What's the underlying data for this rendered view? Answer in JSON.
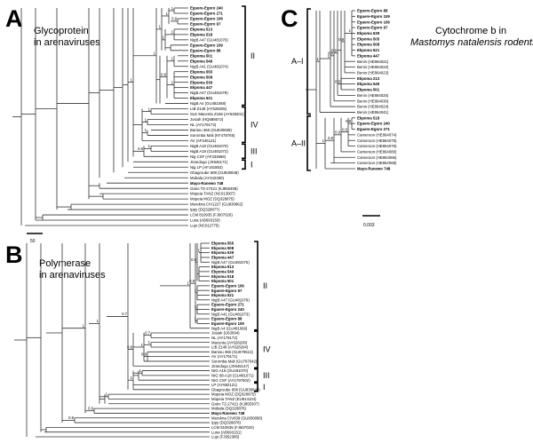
{
  "panels": [
    {
      "letter": "A",
      "title": [
        "Glycoprotein",
        "in arenaviruses"
      ],
      "scale_label": "50",
      "taxa": [
        {
          "label": "Eguere-Egoro 240",
          "bold": true
        },
        {
          "label": "Eguere-Egoro 271",
          "bold": true
        },
        {
          "label": "Eguere-Egoro 106",
          "bold": true
        },
        {
          "label": "Eguere-Egoro 97",
          "bold": true
        },
        {
          "label": "Ekpoma 513",
          "bold": true
        },
        {
          "label": "Ekpoma 518",
          "bold": true
        },
        {
          "label": "NigB A47 (GU481076)",
          "bold": false
        },
        {
          "label": "Eguere-Egoro 109",
          "bold": true
        },
        {
          "label": "Eguere-Egoro 88",
          "bold": true
        },
        {
          "label": "Ekpoma 501",
          "bold": true
        },
        {
          "label": "Ekpoma 549",
          "bold": true
        },
        {
          "label": "NigB A41 (GU481074)",
          "bold": false
        },
        {
          "label": "Ekpoma 555",
          "bold": true
        },
        {
          "label": "Ekpoma 508",
          "bold": true
        },
        {
          "label": "Ekpoma 539",
          "bold": true
        },
        {
          "label": "Ekpoma 447",
          "bold": true
        },
        {
          "label": "NigB A47 (GU481078)",
          "bold": false
        },
        {
          "label": "Ekpoma 521",
          "bold": true
        },
        {
          "label": "NigB A4 (GU481068)",
          "bold": false
        },
        {
          "label": "LIB Z148 (AY628205)",
          "bold": false
        },
        {
          "label": "SLE Macenta Z158 (AY628201)",
          "bold": false
        },
        {
          "label": "Josiah (HQ688672)",
          "bold": false
        },
        {
          "label": "NL (AY179173)",
          "bold": false
        },
        {
          "label": "Bantou 366 (GU830839)",
          "bold": false
        },
        {
          "label": "Soromba Mali (KF478765)",
          "bold": false
        },
        {
          "label": "AV (AF246121)",
          "bold": false
        },
        {
          "label": "NigB A18 (GU481070)",
          "bold": false
        },
        {
          "label": "NigB A19 (GU481072)",
          "bold": false
        },
        {
          "label": "Nig CSF (AF333969)",
          "bold": false
        },
        {
          "label": "Jirandogo (JX945171)",
          "bold": false
        },
        {
          "label": "Nig LP (AF181853)",
          "bold": false
        },
        {
          "label": "Gbagroube 608 (GU830848)",
          "bold": false
        },
        {
          "label": "Mobala (AY342390)",
          "bold": false
        },
        {
          "label": "Mayo-Ranewo 748",
          "bold": true
        },
        {
          "label": "Gairo TZ-27421 (KJ855308)",
          "bold": false
        },
        {
          "label": "Mopeia TANZ (NC013007)",
          "bold": false
        },
        {
          "label": "Mopeia MOZ (DQ328875)",
          "bold": false
        },
        {
          "label": "Merekna CIV1227 (GU830862)",
          "bold": false
        },
        {
          "label": "Ippy (DQ328877)",
          "bold": false
        },
        {
          "label": "LCM 810935 (FJ607026)",
          "bold": false
        },
        {
          "label": "Luna (AB693150)",
          "bold": false
        },
        {
          "label": "Lujo (NC012776)",
          "bold": false
        }
      ],
      "support": [
        "1",
        "0.9",
        "1",
        "1",
        "1",
        "1",
        "1",
        "1",
        "0.8",
        "1",
        "1",
        "1",
        "1",
        "1",
        "0.8",
        "1",
        "1",
        "1"
      ],
      "clades": [
        "II",
        "IV",
        "III",
        "I"
      ]
    },
    {
      "letter": "B",
      "title": [
        "Polymerase",
        "in arenaviruses"
      ],
      "scale_label": "",
      "taxa": [
        {
          "label": "Ekpoma 555",
          "bold": true
        },
        {
          "label": "Ekpoma 508",
          "bold": true
        },
        {
          "label": "Ekpoma 539",
          "bold": true
        },
        {
          "label": "Ekpoma 447",
          "bold": true
        },
        {
          "label": "NigB A47 (GU481075)",
          "bold": false
        },
        {
          "label": "Ekpoma 513",
          "bold": true
        },
        {
          "label": "Ekpoma 549",
          "bold": true
        },
        {
          "label": "Ekpoma 518",
          "bold": true
        },
        {
          "label": "Ekpoma 501",
          "bold": true
        },
        {
          "label": "Eguere-Egoro 106",
          "bold": true
        },
        {
          "label": "Eguere-Egoro 97",
          "bold": true
        },
        {
          "label": "Ekpoma 521",
          "bold": true
        },
        {
          "label": "NigB A47 (GU481079)",
          "bold": false
        },
        {
          "label": "Eguere-Egoro 271",
          "bold": true
        },
        {
          "label": "Eguere-Egoro 240",
          "bold": true
        },
        {
          "label": "NigB A41 (GU481073)",
          "bold": false
        },
        {
          "label": "Eguere-Egoro 88",
          "bold": true
        },
        {
          "label": "Eguere-Egoro 109",
          "bold": true
        },
        {
          "label": "NigB A4 (GU481069)",
          "bold": false
        },
        {
          "label": "Josiah (U63094)",
          "bold": false
        },
        {
          "label": "NL (AY179172)",
          "bold": false
        },
        {
          "label": "Macenta (AY628200)",
          "bold": false
        },
        {
          "label": "LIB Z148 (AY628204)",
          "bold": false
        },
        {
          "label": "Bantou 366 (GU979513)",
          "bold": false
        },
        {
          "label": "AV (AY179171)",
          "bold": false
        },
        {
          "label": "Soromba Mali (GU797542)",
          "bold": false
        },
        {
          "label": "Jirandogo (JX945147)",
          "bold": false
        },
        {
          "label": "NIG A16 (GU481070)",
          "bold": false
        },
        {
          "label": "NIG 08-A18 (GU481071)",
          "bold": false
        },
        {
          "label": "NIG CSF (AY1797502)",
          "bold": false
        },
        {
          "label": "LP (AY682121)",
          "bold": false
        },
        {
          "label": "Gbagroube 608 (GU830849)",
          "bold": false
        },
        {
          "label": "Mopeia MOZ (DQ328875)",
          "bold": false
        },
        {
          "label": "Mopeia TANZ (EU914104)",
          "bold": false
        },
        {
          "label": "Gairo TZ-27421 (KJ855307)",
          "bold": false
        },
        {
          "label": "Mobala (DQ328876)",
          "bold": false
        },
        {
          "label": "Mayo-Ranewo 748",
          "bold": true
        },
        {
          "label": "Merekna CIV839 (GU830858)",
          "bold": false
        },
        {
          "label": "Ippy (DQ328878)",
          "bold": false
        },
        {
          "label": "LCM 810935 (FJ607020)",
          "bold": false
        },
        {
          "label": "Luna (AB693151)",
          "bold": false
        },
        {
          "label": "Lujo (FJ952385)",
          "bold": false
        }
      ],
      "support": [
        "1",
        "0.9",
        "1",
        "1",
        "1",
        "0.9",
        "1",
        "0.7",
        "1",
        "0.8",
        "1",
        "0.8",
        "1",
        "1",
        "0.7",
        "1",
        "1",
        "0.8",
        "1",
        "0.8"
      ],
      "clades": [
        "II",
        "IV",
        "III",
        "I"
      ]
    },
    {
      "letter": "C",
      "title": [
        "Cytochrome b in",
        "Mastomys natalensis rodents"
      ],
      "scale_label": "0.003",
      "taxa": [
        {
          "label": "Eguere-Egoro 88",
          "bold": true
        },
        {
          "label": "Eguere-Egoro 109",
          "bold": true
        },
        {
          "label": "Eguere-Egoro 106",
          "bold": true
        },
        {
          "label": "Eguere-Egoro 97",
          "bold": true
        },
        {
          "label": "Ekpoma 539",
          "bold": true
        },
        {
          "label": "Ekpoma 505",
          "bold": true
        },
        {
          "label": "Ekpoma 508",
          "bold": true
        },
        {
          "label": "Ekpoma 521",
          "bold": true
        },
        {
          "label": "Ekpoma 447",
          "bold": true
        },
        {
          "label": "Benin (HE864021)",
          "bold": false
        },
        {
          "label": "Benin (HE864022)",
          "bold": false
        },
        {
          "label": "Benin (HE864023)",
          "bold": false
        },
        {
          "label": "Ekpoma 213",
          "bold": true
        },
        {
          "label": "Ekpoma 549",
          "bold": true
        },
        {
          "label": "Ekpoma 501",
          "bold": true
        },
        {
          "label": "Benin (HE864025)",
          "bold": false
        },
        {
          "label": "Benin (HE864030)",
          "bold": false
        },
        {
          "label": "Benin (HE864024)",
          "bold": false
        },
        {
          "label": "Benin (HE864041)",
          "bold": false
        },
        {
          "label": "Ekpoma 518",
          "bold": true
        },
        {
          "label": "Eguere-Egoro 240",
          "bold": true
        },
        {
          "label": "Eguere-Egoro 271",
          "bold": true
        },
        {
          "label": "Cameroon (HE864074)",
          "bold": false
        },
        {
          "label": "Cameroon (HE864075)",
          "bold": false
        },
        {
          "label": "Cameroon (HE864076)",
          "bold": false
        },
        {
          "label": "Cameroon (HE864080)",
          "bold": false
        },
        {
          "label": "Cameroon (HE864066)",
          "bold": false
        },
        {
          "label": "Cameroon (HE864068)",
          "bold": false
        },
        {
          "label": "Mayo-Ranewo 748",
          "bold": true
        }
      ],
      "support": [
        "1",
        "0.9",
        "0.5",
        "0.9",
        "0.8",
        "1",
        "1",
        "0.8",
        "0.5",
        "0.9",
        "0.8",
        "1",
        "1"
      ],
      "clades": [
        "A–I",
        "A–II"
      ]
    }
  ]
}
